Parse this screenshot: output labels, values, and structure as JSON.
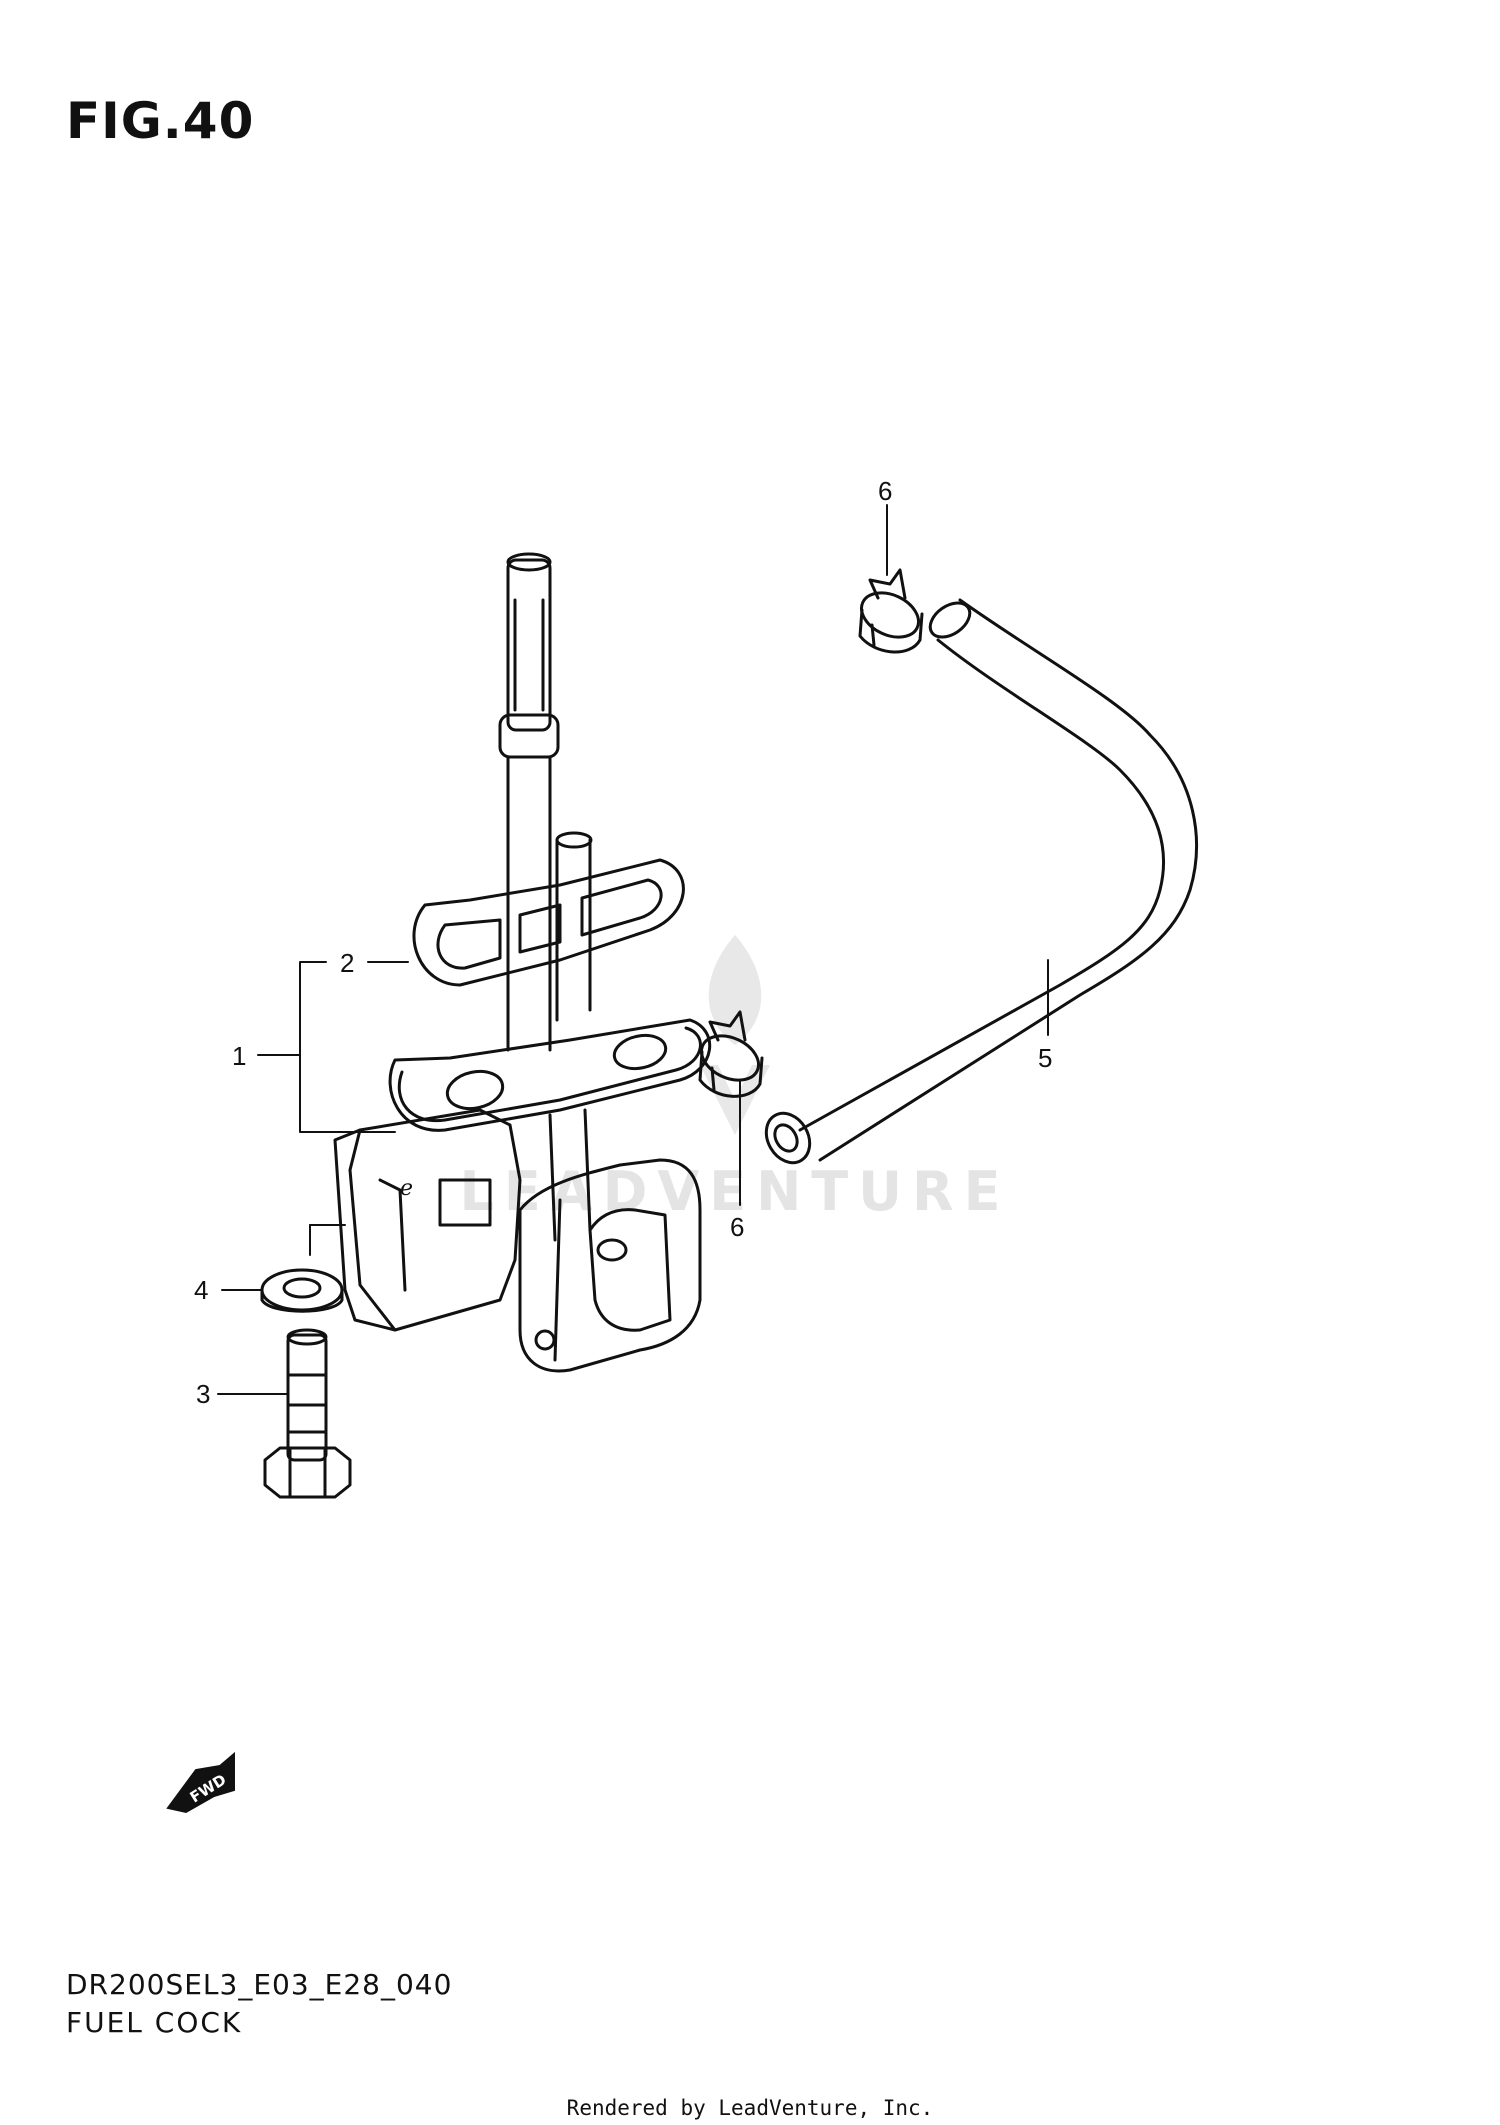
{
  "figure": {
    "title": "FIG.40",
    "code": "DR200SEL3_E03_E28_040",
    "name": "FUEL COCK"
  },
  "callouts": {
    "c1": "1",
    "c2": "2",
    "c3": "3",
    "c4": "4",
    "c5": "5",
    "c6_top": "6",
    "c6_bottom": "6"
  },
  "parts": [
    {
      "ref": "1",
      "icon": "fuel-cock-assembly"
    },
    {
      "ref": "2",
      "icon": "gasket"
    },
    {
      "ref": "3",
      "icon": "bolt"
    },
    {
      "ref": "4",
      "icon": "washer"
    },
    {
      "ref": "5",
      "icon": "fuel-hose"
    },
    {
      "ref": "6",
      "icon": "hose-clamp"
    }
  ],
  "fwd_badge": "FWD",
  "watermark": "LEADVENTURE",
  "credit": "Rendered by LeadVenture, Inc.",
  "colors": {
    "line": "#111111",
    "watermark": "#e4e4e4",
    "background": "#ffffff"
  }
}
